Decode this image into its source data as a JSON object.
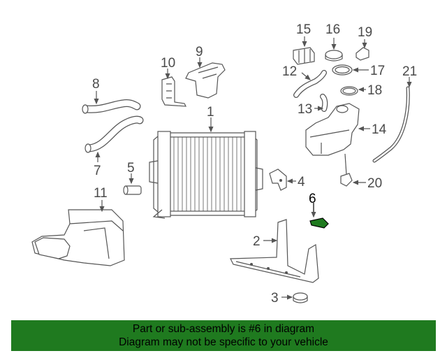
{
  "callouts": {
    "c1": "1",
    "c2": "2",
    "c3": "3",
    "c4": "4",
    "c5": "5",
    "c6": "6",
    "c7": "7",
    "c8": "8",
    "c9": "9",
    "c10": "10",
    "c11": "11",
    "c12": "12",
    "c13": "13",
    "c14": "14",
    "c15": "15",
    "c16": "16",
    "c17": "17",
    "c18": "18",
    "c19": "19",
    "c20": "20",
    "c21": "21"
  },
  "highlight_color": "#1f7a1f",
  "banner": {
    "line1": "Part or sub-assembly is #6 in diagram",
    "line2": "Diagram may not be specific to your vehicle"
  }
}
